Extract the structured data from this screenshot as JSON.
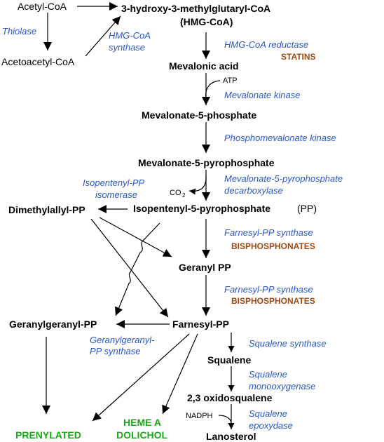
{
  "metabolites": {
    "acetyl_coa": "Acetyl-CoA",
    "acetoacetyl_coa": "Acetoacetyl-CoA",
    "hmg_coa_line1": "3-hydroxy-3-methylglutaryl-CoA",
    "hmg_coa_line2": "(HMG-CoA)",
    "mevalonic_acid": "Mevalonic acid",
    "mevalonate_5_phosphate": "Mevalonate-5-phosphate",
    "mevalonate_5_pyrophosphate": "Mevalonate-5-pyrophosphate",
    "dimethylallyl_pp": "Dimethylallyl-PP",
    "isopentenyl_pp": "Isopentenyl-5-pyrophosphate",
    "isopentenyl_pp_abbrev": "(PP)",
    "geranyl_pp": "Geranyl PP",
    "geranylgeranyl_pp": "Geranylgeranyl-PP",
    "farnesyl_pp": "Farnesyl-PP",
    "squalene": "Squalene",
    "oxidosqualene": "2,3 oxidosqualene",
    "lanosterol": "Lanosterol"
  },
  "enzymes": {
    "thiolase": "Thiolase",
    "hmg_synthase_line1": "HMG-CoA",
    "hmg_synthase_line2": "synthase",
    "hmg_reductase": "HMG-CoA reductase",
    "mevalonate_kinase": "Mevalonate kinase",
    "phosphomevalonate_kinase": "Phosphomevalonate kinase",
    "decarboxylase_line1": "Mevalonate-5-pyrophosphate",
    "decarboxylase_line2": "decarboxylase",
    "isomerase_line1": "Isopentenyl-PP",
    "isomerase_line2": "isomerase",
    "farnesyl_synthase_1": "Farnesyl-PP synthase",
    "farnesyl_synthase_2": "Farnesyl-PP synthase",
    "ggpp_synthase_line1": "Geranylgeranyl-",
    "ggpp_synthase_line2": "PP synthase",
    "squalene_synthase": "Squalene synthase",
    "monooxygenase_line1": "Squalene",
    "monooxygenase_line2": "monooxygenase",
    "epoxydase_line1": "Squalene",
    "epoxydase_line2": "epoxydase"
  },
  "inhibitors": {
    "statins": "STATINS",
    "bisphosphonates_1": "BISPHOSPHONATES",
    "bisphosphonates_2": "BISPHOSPHONATES"
  },
  "cofactors": {
    "atp": "ATP",
    "co2": "CO",
    "co2_subscript": "2",
    "nadph": "NADPH"
  },
  "outcomes": {
    "prenylated": "PRENYLATED",
    "heme_a": "HEME A",
    "dolichol": "DOLICHOL"
  },
  "colors": {
    "metabolite": "#000000",
    "enzyme": "#2a57c8",
    "inhibitor": "#a04a10",
    "outcome": "#1aa81a"
  }
}
